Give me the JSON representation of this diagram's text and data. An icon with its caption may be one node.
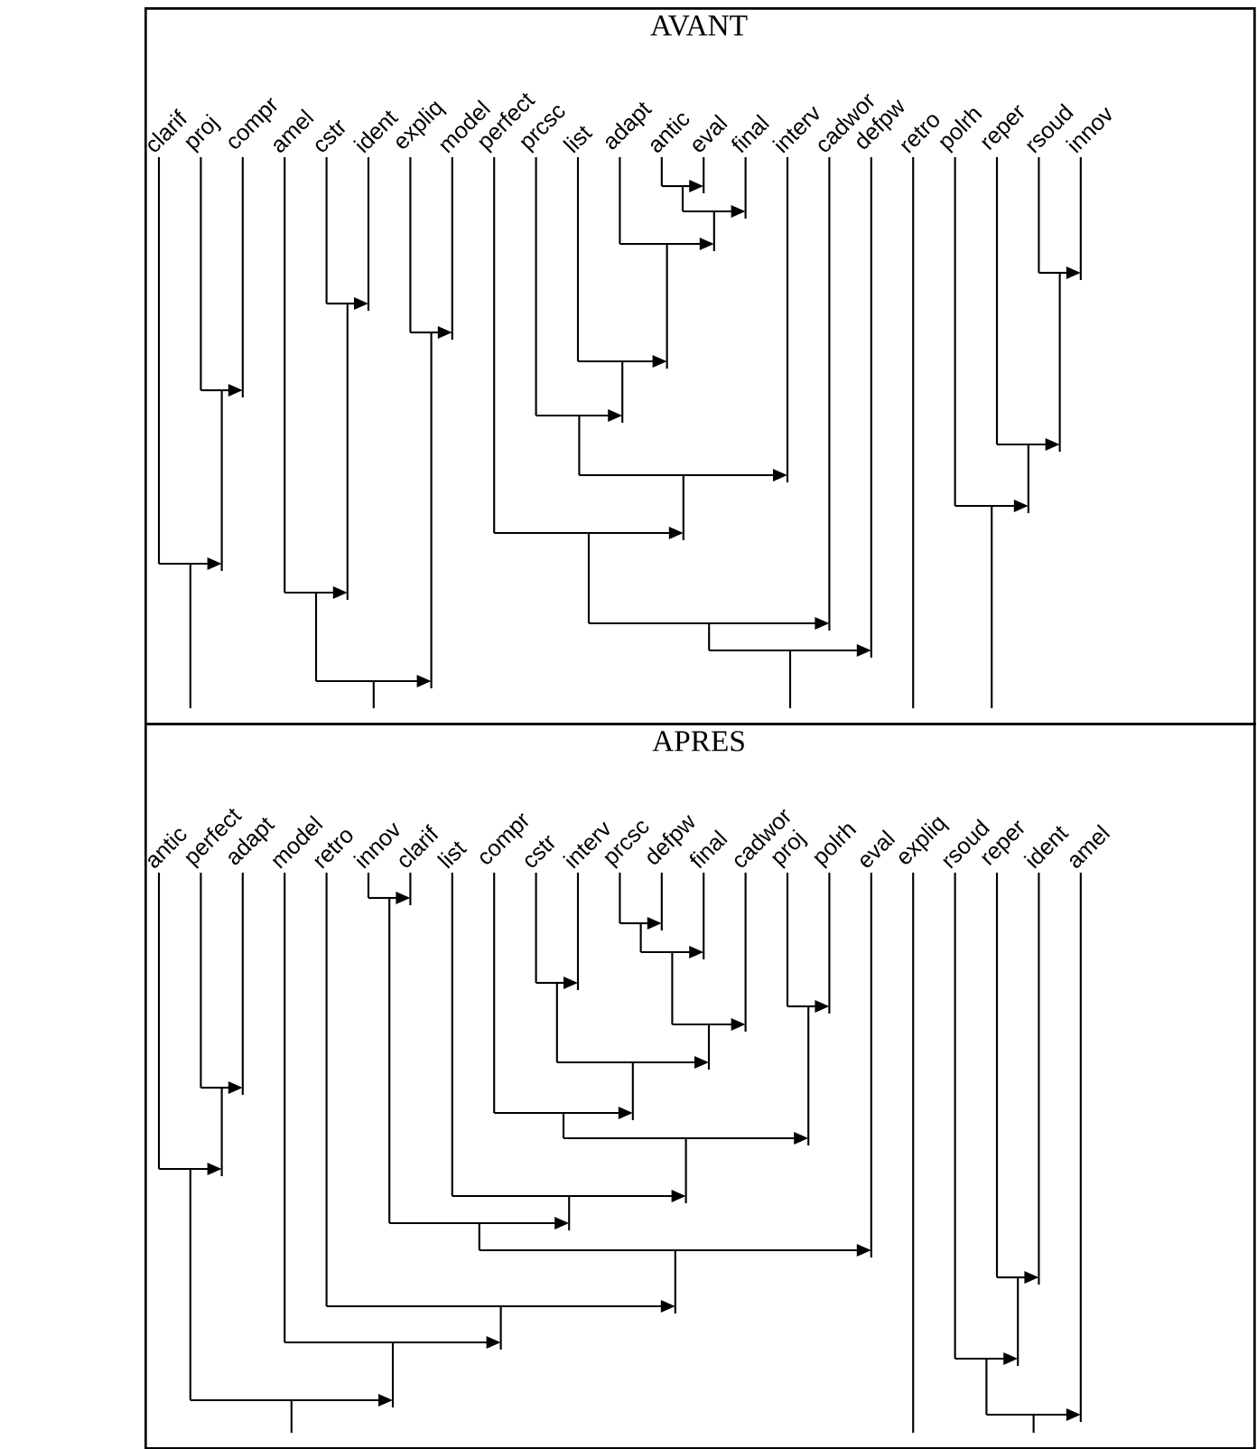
{
  "diagram": {
    "nodes": [
      {
        "text": [
          "AVANT",
          "clarif",
          "proj",
          "compr",
          "amel",
          "cstr",
          "ident",
          "expliq",
          "model",
          "perfect",
          "prcsc",
          "list",
          "adapt",
          "antic",
          "eval",
          "final",
          "interv",
          "cadwor",
          "defpw",
          "retro",
          "polrh",
          "reper",
          "rsoud",
          "innov"
        ]
      },
      {
        "text": [
          "APRES",
          "antic",
          "perfect",
          "adapt",
          "model",
          "retro",
          "innov",
          "clarif",
          "list",
          "compr",
          "cstr",
          "interv",
          "prcsc",
          "defpw",
          "final",
          "cadwor",
          "proj",
          "polrh",
          "eval",
          "expliq",
          "rsoud",
          "reper",
          "ident",
          "amel"
        ]
      }
    ]
  }
}
